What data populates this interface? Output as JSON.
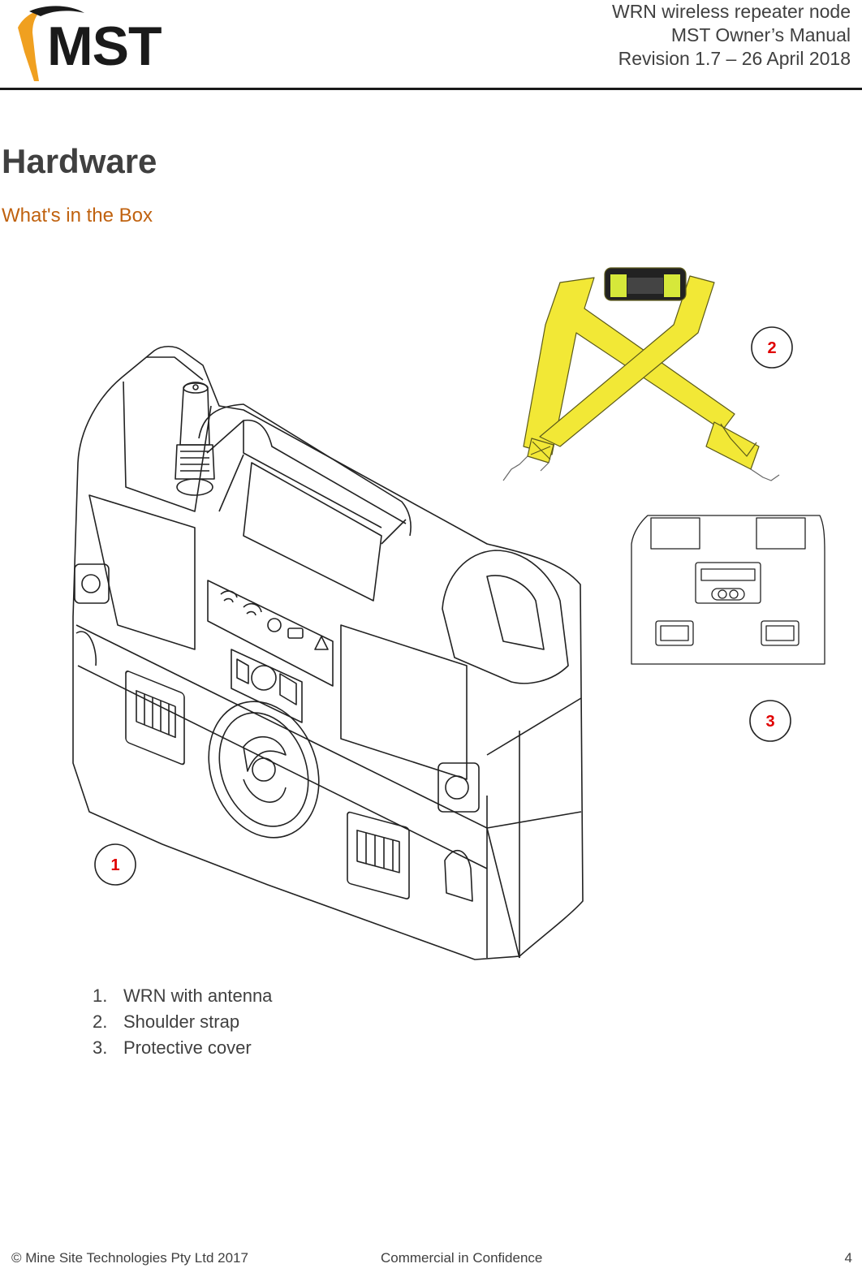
{
  "header": {
    "logo_text": "MST",
    "line1": "WRN wireless repeater node",
    "line2": "MST Owner’s Manual",
    "line3": "Revision 1.7 – 26 April 2018"
  },
  "section": {
    "title": "Hardware",
    "subtitle": "What's in the Box"
  },
  "figure": {
    "callouts": [
      "1",
      "2",
      "3"
    ]
  },
  "items": [
    {
      "num": "1.",
      "label": "WRN with antenna"
    },
    {
      "num": "2.",
      "label": "Shoulder strap"
    },
    {
      "num": "3.",
      "label": "Protective cover"
    }
  ],
  "footer": {
    "copyright": "© Mine Site Technologies Pty Ltd 2017",
    "confidentiality": "Commercial in Confidence",
    "page": "4"
  },
  "colors": {
    "accent_orange": "#c0620f",
    "logo_orange": "#f0a020",
    "strap_yellow": "#f2e836",
    "callout_red": "#e00000",
    "text_gray": "#404040"
  }
}
